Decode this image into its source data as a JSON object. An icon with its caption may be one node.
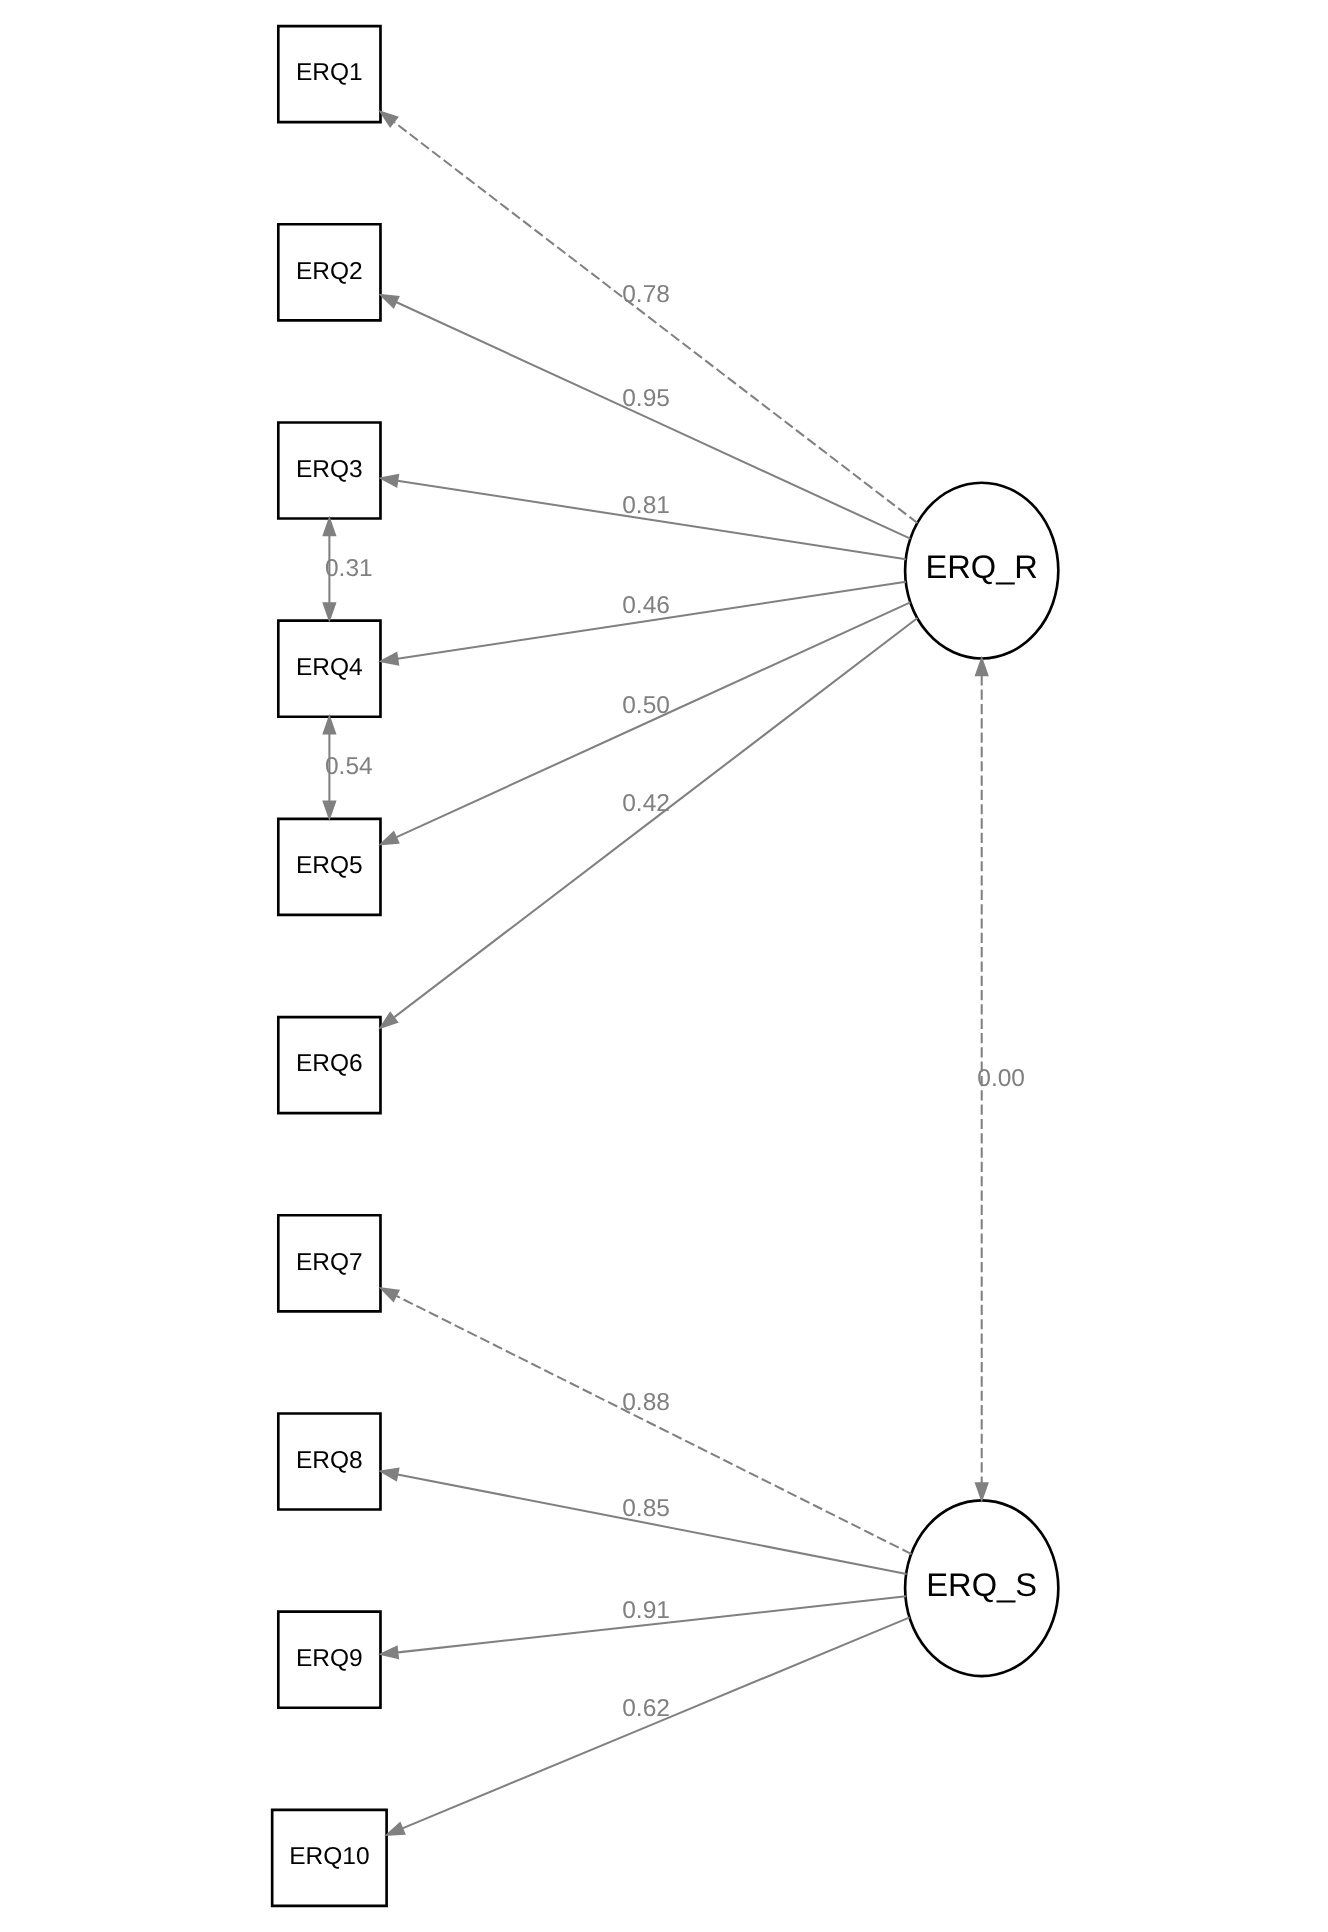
{
  "diagram": {
    "nodes": [
      {
        "text": [
          "ERQ1"
        ]
      },
      {
        "text": [
          "ERQ2"
        ]
      },
      {
        "text": [
          "ERQ3"
        ]
      },
      {
        "text": [
          "ERQ4"
        ]
      },
      {
        "text": [
          "ERQ5"
        ]
      },
      {
        "text": [
          "ERQ6"
        ]
      },
      {
        "text": [
          "ERQ7"
        ]
      },
      {
        "text": [
          "ERQ8"
        ]
      },
      {
        "text": [
          "ERQ9"
        ]
      },
      {
        "text": [
          "ERQ10"
        ]
      },
      {
        "text": [
          "ERQ_R"
        ]
      },
      {
        "text": [
          "ERQ_S"
        ]
      }
    ],
    "edges": [
      {
        "from": 10,
        "to": 0,
        "arrow": "to",
        "label": "0.78",
        "style": "dashed"
      },
      {
        "from": 10,
        "to": 1,
        "arrow": "to",
        "label": "0.95"
      },
      {
        "from": 10,
        "to": 2,
        "arrow": "to",
        "label": "0.81"
      },
      {
        "from": 10,
        "to": 3,
        "arrow": "to",
        "label": "0.46"
      },
      {
        "from": 10,
        "to": 4,
        "arrow": "to",
        "label": "0.50"
      },
      {
        "from": 10,
        "to": 5,
        "arrow": "to",
        "label": "0.42"
      },
      {
        "from": 11,
        "to": 6,
        "arrow": "to",
        "label": "0.88",
        "style": "dashed"
      },
      {
        "from": 11,
        "to": 7,
        "arrow": "to",
        "label": "0.85"
      },
      {
        "from": 11,
        "to": 8,
        "arrow": "to",
        "label": "0.91"
      },
      {
        "from": 11,
        "to": 9,
        "arrow": "to",
        "label": "0.62"
      },
      {
        "from": 2,
        "to": 3,
        "arrow": "both",
        "label": "0.31"
      },
      {
        "from": 3,
        "to": 4,
        "arrow": "both",
        "label": "0.54"
      },
      {
        "from": 10,
        "to": 11,
        "arrow": "both",
        "label": "0.00",
        "style": "dashed"
      }
    ]
  }
}
